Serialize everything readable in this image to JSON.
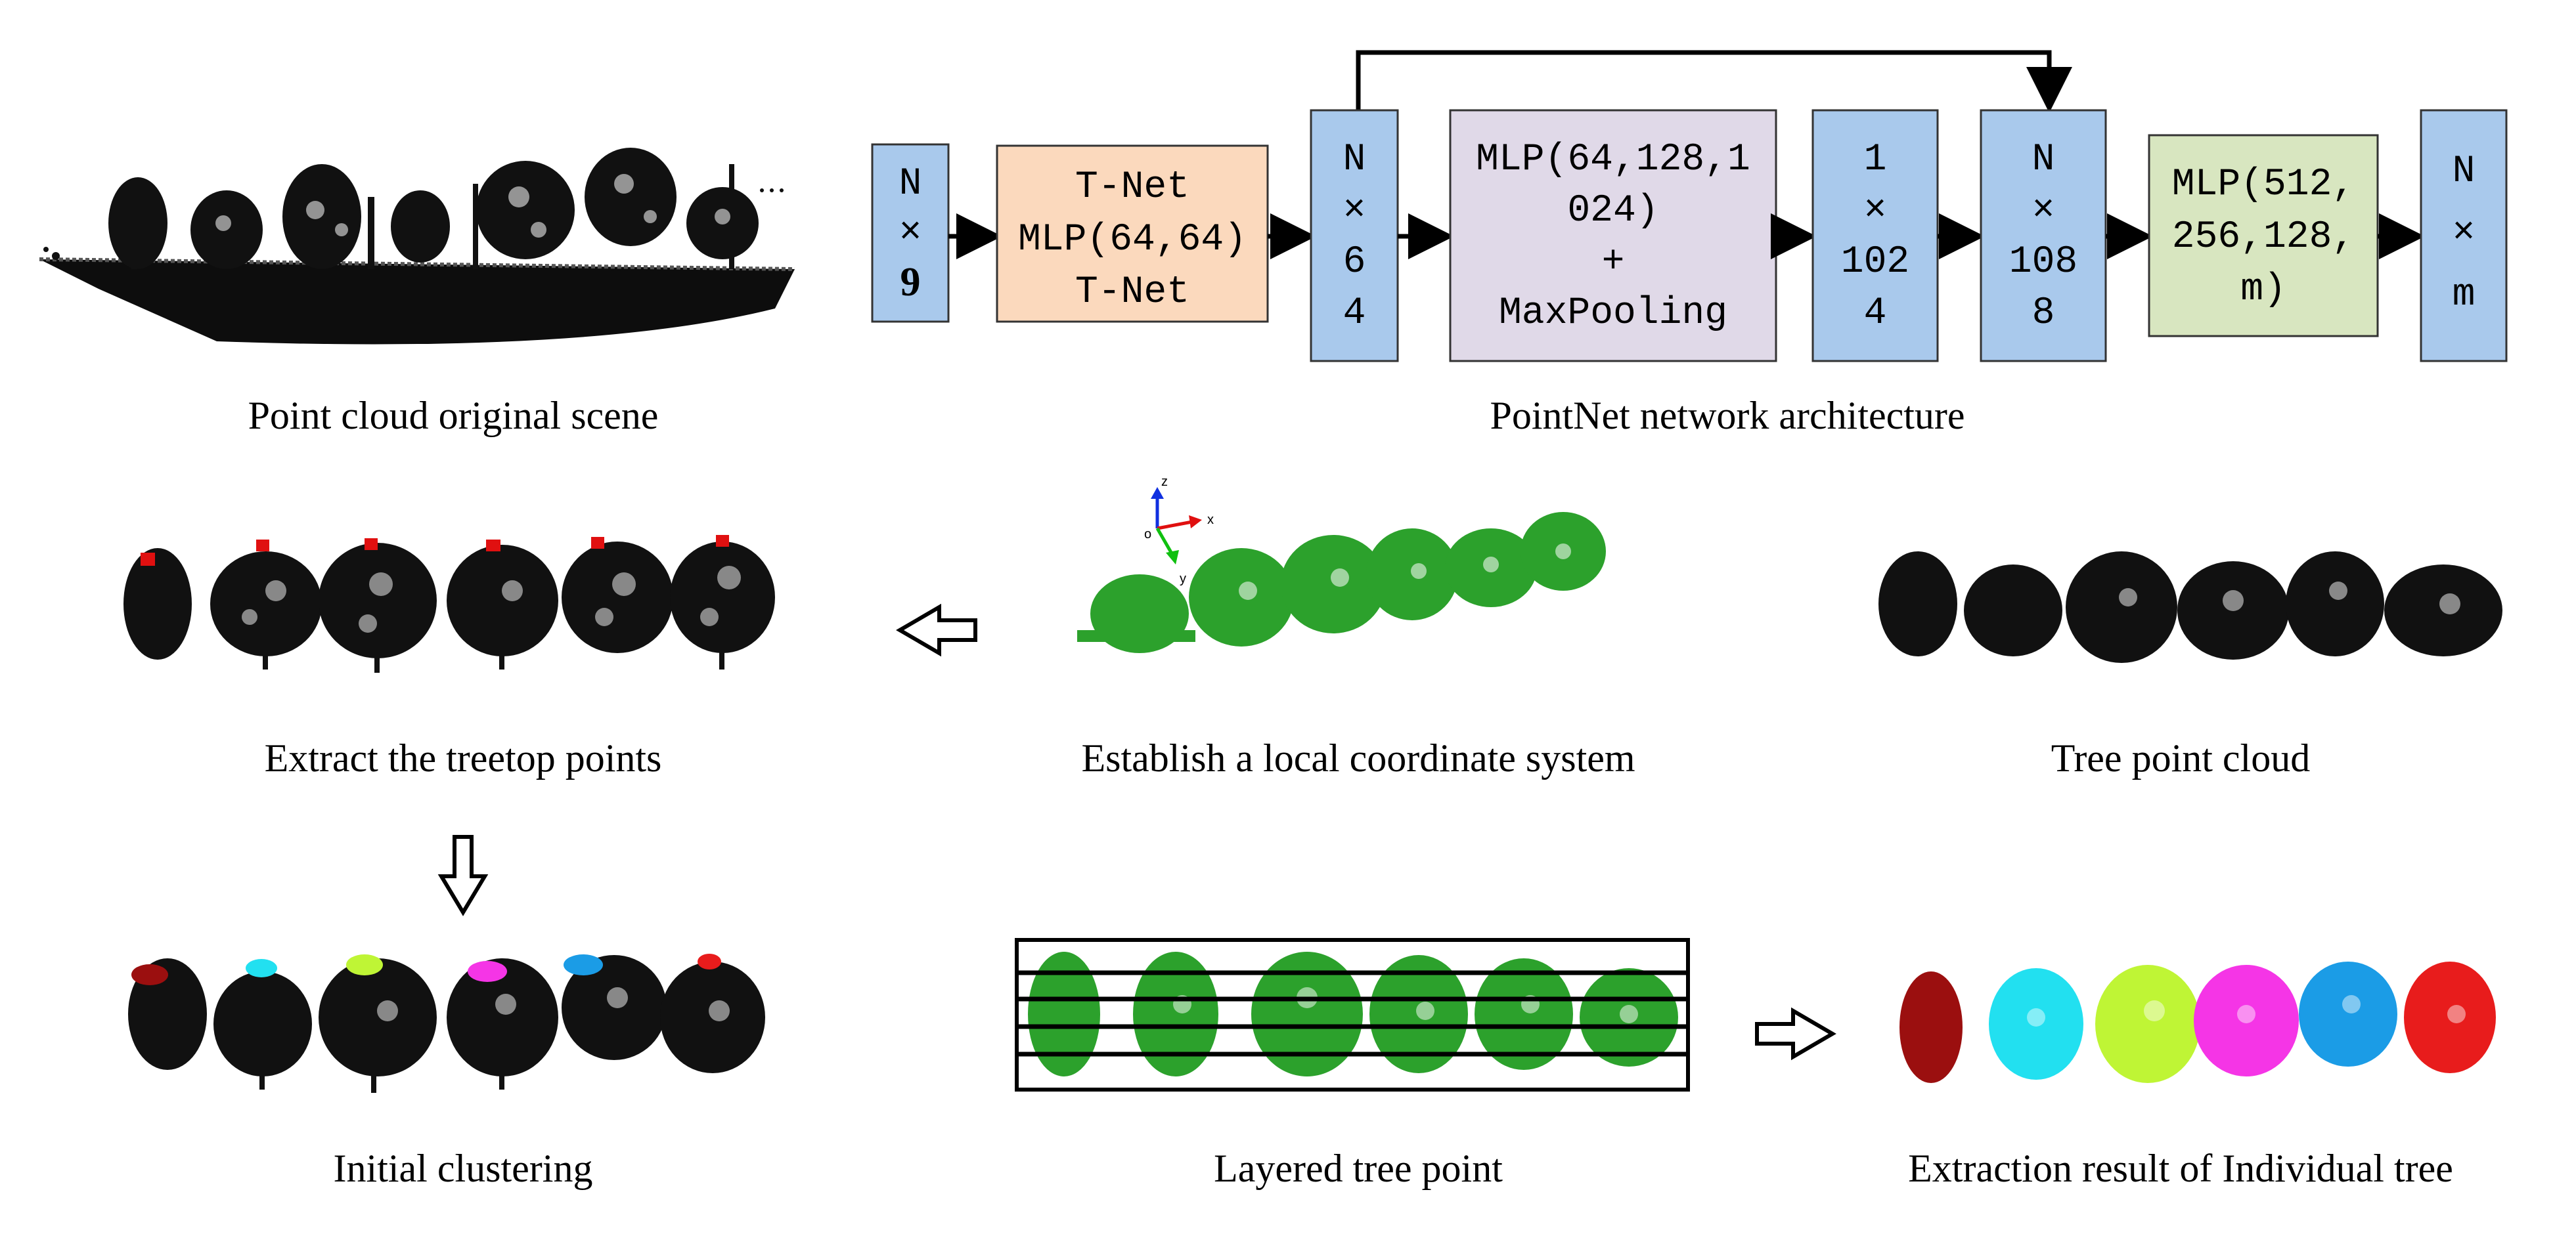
{
  "colors": {
    "input_box": "#a9c9ec",
    "tnet_box": "#fbd9bd",
    "mlp_pool_box": "#e0d9e8",
    "mlp_out_box": "#d8e6c0",
    "tree_black": "#111111",
    "tree_green": "#2ca12c",
    "treetop_red": "#e01010",
    "cluster_colors": [
      "#9b0f0f",
      "#22e0f0",
      "#bff535",
      "#f535e6",
      "#1b9ce6",
      "#e81c1c"
    ]
  },
  "captions": {
    "scene": "Point cloud original scene",
    "architecture": "PointNet network architecture",
    "treetop": "Extract the treetop points",
    "local_coord": "Establish a local coordinate system",
    "tree_cloud": "Tree point cloud",
    "clustering": "Initial clustering",
    "layered": "Layered tree point",
    "result": "Extraction result of Individual tree"
  },
  "architecture": {
    "input": {
      "line1": "N",
      "line2": "×",
      "line3": "9"
    },
    "tnet": {
      "line1": "T-Net",
      "line2": "MLP(64,64)",
      "line3": "T-Net"
    },
    "feat64": {
      "line1": "N",
      "line2": "×",
      "line3": "6",
      "line4": "4"
    },
    "mlp_pool": {
      "line1": "MLP(64,128,1",
      "line2": "024)",
      "line3": "+",
      "line4": "MaxPooling"
    },
    "global": {
      "line1": "1",
      "line2": "×",
      "line3": "102",
      "line4": "4"
    },
    "concat": {
      "line1": "N",
      "line2": "×",
      "line3": "108",
      "line4": "8"
    },
    "mlp_out": {
      "line1": "MLP(512,",
      "line2": "256,128,",
      "line3": "m)"
    },
    "output": {
      "line1": "N",
      "line2": "×",
      "line3": "m"
    }
  },
  "axes": {
    "z": "z",
    "x": "x",
    "y": "y",
    "origin": "o"
  }
}
